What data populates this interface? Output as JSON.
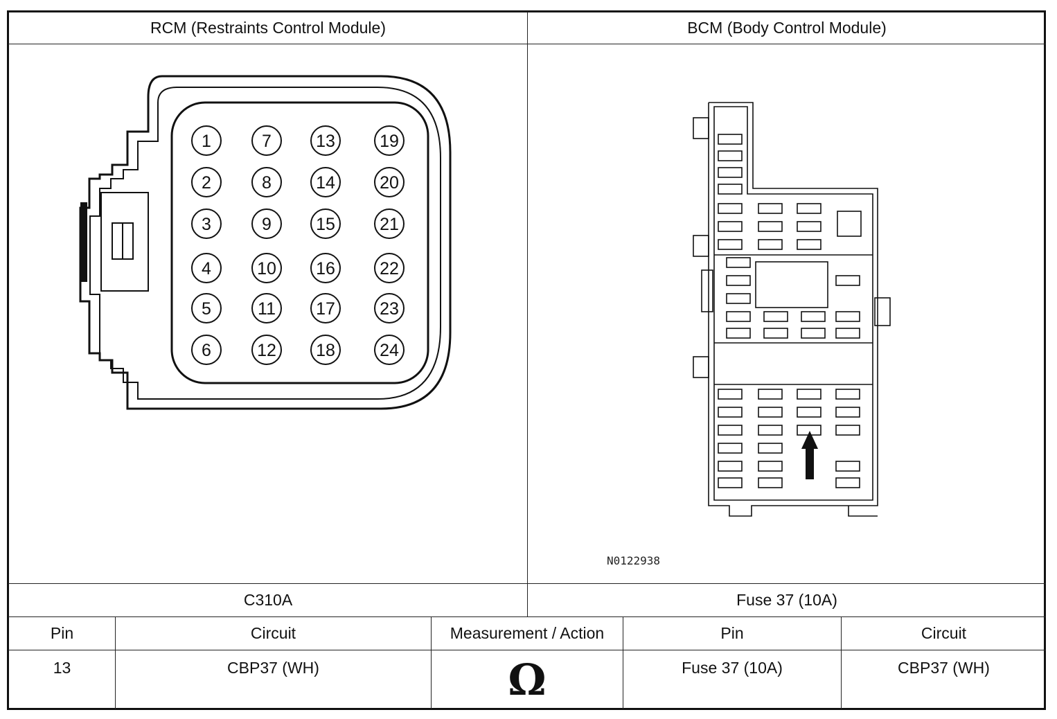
{
  "headers": {
    "left_module": "RCM (Restraints Control Module)",
    "right_module": "BCM (Body Control Module)"
  },
  "rcm_connector": {
    "pins": [
      "1",
      "2",
      "3",
      "4",
      "5",
      "6",
      "7",
      "8",
      "9",
      "10",
      "11",
      "12",
      "13",
      "14",
      "15",
      "16",
      "17",
      "18",
      "19",
      "20",
      "21",
      "22",
      "23",
      "24"
    ]
  },
  "bcm_diagram": {
    "code": "N0122938"
  },
  "connectors": {
    "left": "C310A",
    "right": "Fuse 37 (10A)"
  },
  "table": {
    "columns": [
      "Pin",
      "Circuit",
      "Measurement / Action",
      "Pin",
      "Circuit"
    ],
    "row": {
      "left_pin": "13",
      "left_circuit": "CBP37 (WH)",
      "measurement_symbol": "Ω",
      "right_pin": "Fuse 37 (10A)",
      "right_circuit": "CBP37 (WH)"
    }
  }
}
